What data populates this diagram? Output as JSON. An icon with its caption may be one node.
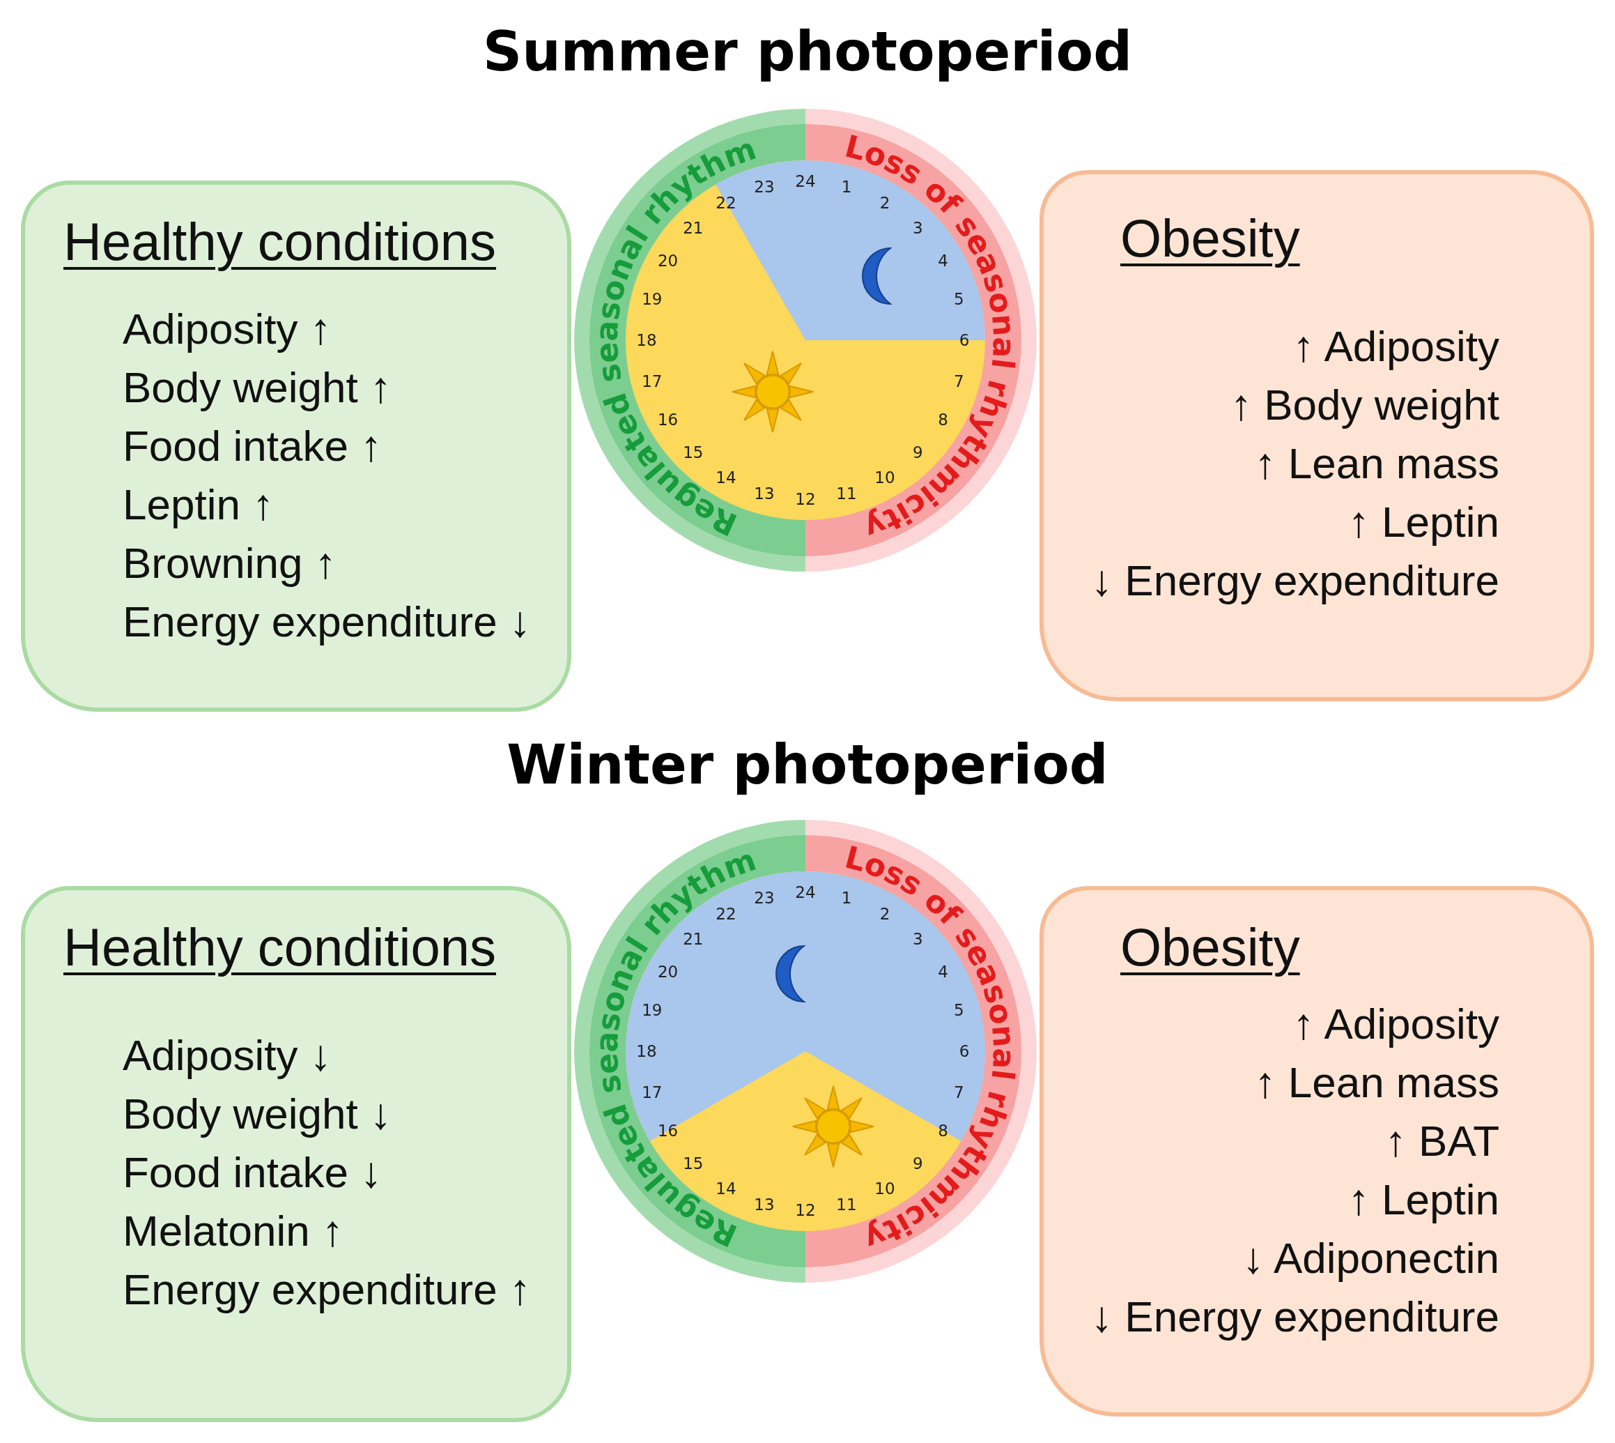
{
  "diagram": {
    "nodes": [
      {
        "text": [
          "Healthy conditions",
          "Adiposity ↑",
          "Body weight ↑",
          "Food intake ↑",
          "Leptin ↑",
          "Browning ↑",
          "Energy expenditure ↓"
        ]
      },
      {
        "text": [
          "Regulated seasonal rhythm",
          "Loss of seasonal rhythmicity",
          "24",
          "1",
          "2",
          "3",
          "4",
          "5",
          "6",
          "7",
          "8",
          "9",
          "10",
          "11",
          "12",
          "13",
          "14",
          "15",
          "16",
          "17",
          "18",
          "19",
          "20",
          "21",
          "22",
          "23"
        ]
      },
      {
        "text": [
          "Obesity",
          "↑ Adiposity",
          "↑ Body weight",
          "↑ Lean mass",
          "↑ Leptin",
          "↓ Energy expenditure"
        ]
      },
      {
        "text": [
          "Healthy conditions",
          "Adiposity ↓",
          "Body weight ↓",
          "Food intake ↓",
          "Melatonin ↑",
          "Energy expenditure ↑"
        ]
      },
      {
        "text": [
          "Regulated seasonal rhythm",
          "Loss of seasonal rhythmicity",
          "24",
          "1",
          "2",
          "3",
          "4",
          "5",
          "6",
          "7",
          "8",
          "9",
          "10",
          "11",
          "12",
          "13",
          "14",
          "15",
          "16",
          "17",
          "18",
          "19",
          "20",
          "21",
          "22",
          "23"
        ]
      },
      {
        "text": [
          "Obesity",
          "↑ Adiposity",
          "↑ Lean mass",
          "↑ BAT",
          "↑ Leptin",
          "↓ Adiponectin",
          "↓ Energy expenditure"
        ]
      }
    ],
    "labels": [
      "Summer photoperiod",
      "Winter photoperiod"
    ]
  }
}
